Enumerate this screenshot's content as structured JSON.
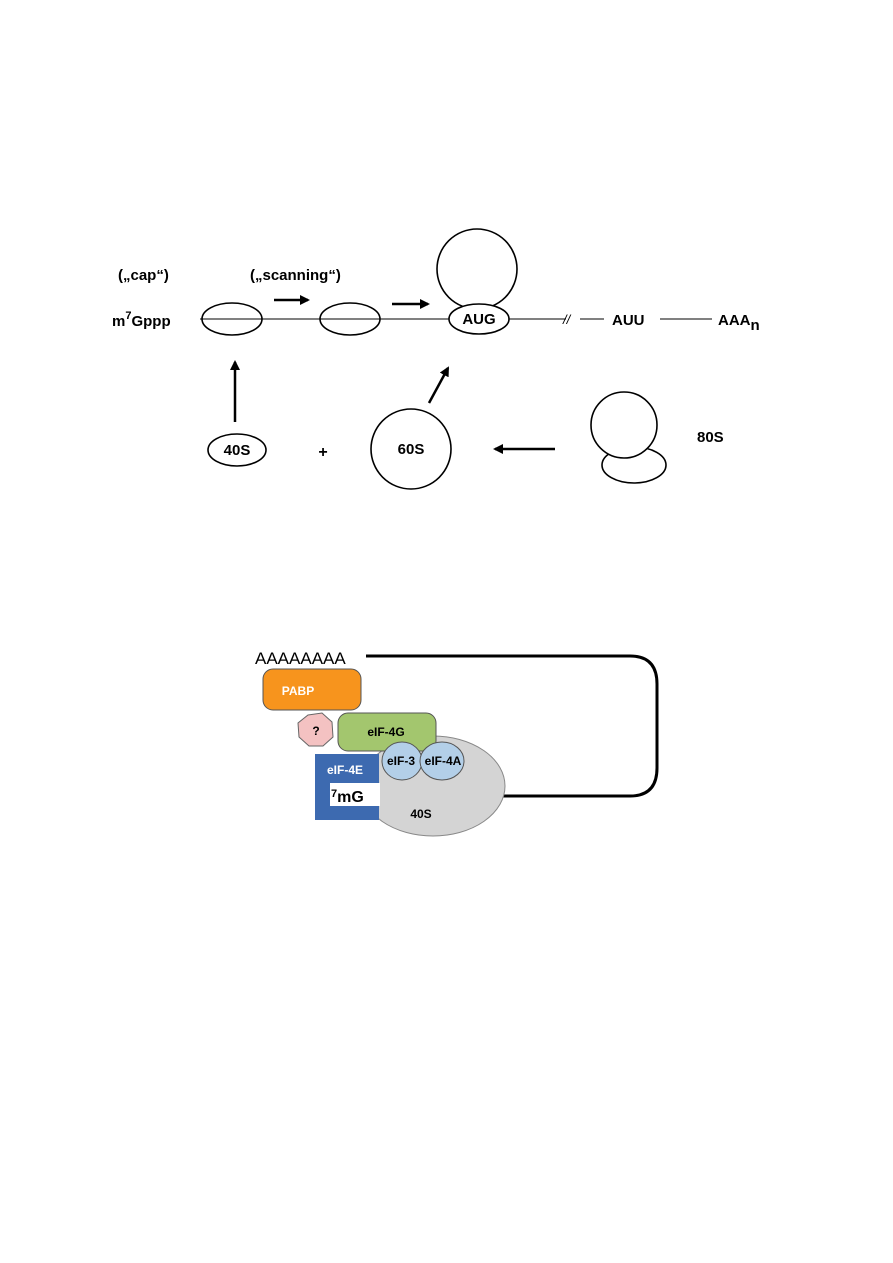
{
  "initiation_diagram": {
    "cap_label": "(„cap“)",
    "scanning_label": "(„scanning“)",
    "mrna_start": "m",
    "mrna_start_sup": "7",
    "mrna_start_rest": "Gppp",
    "start_codon": "AUG",
    "break_mark": "//",
    "stop_codon": "AUU",
    "polya": "AAA",
    "polya_sub": "n",
    "subunit_small": "40S",
    "plus": "+",
    "subunit_large": "60S",
    "ribosome_80s": "80S"
  },
  "closed_loop_diagram": {
    "polya_tail": "AAAAAAAA",
    "pabp": "PABP",
    "unknown": "?",
    "eif4g": "eIF-4G",
    "eif3": "eIF-3",
    "eif4a": "eIF-4A",
    "eif4e": "eIF-4E",
    "cap_sup": "7",
    "cap_rest": "mG",
    "subunit_40s": "40S"
  },
  "colors": {
    "pabp": "#f7941d",
    "unknown": "#f4c2c2",
    "eif4g": "#a3c66e",
    "eif_blue": "#b3cfe8",
    "eif4e": "#3d6ab0",
    "subunit_40s": "#d4d4d4"
  }
}
